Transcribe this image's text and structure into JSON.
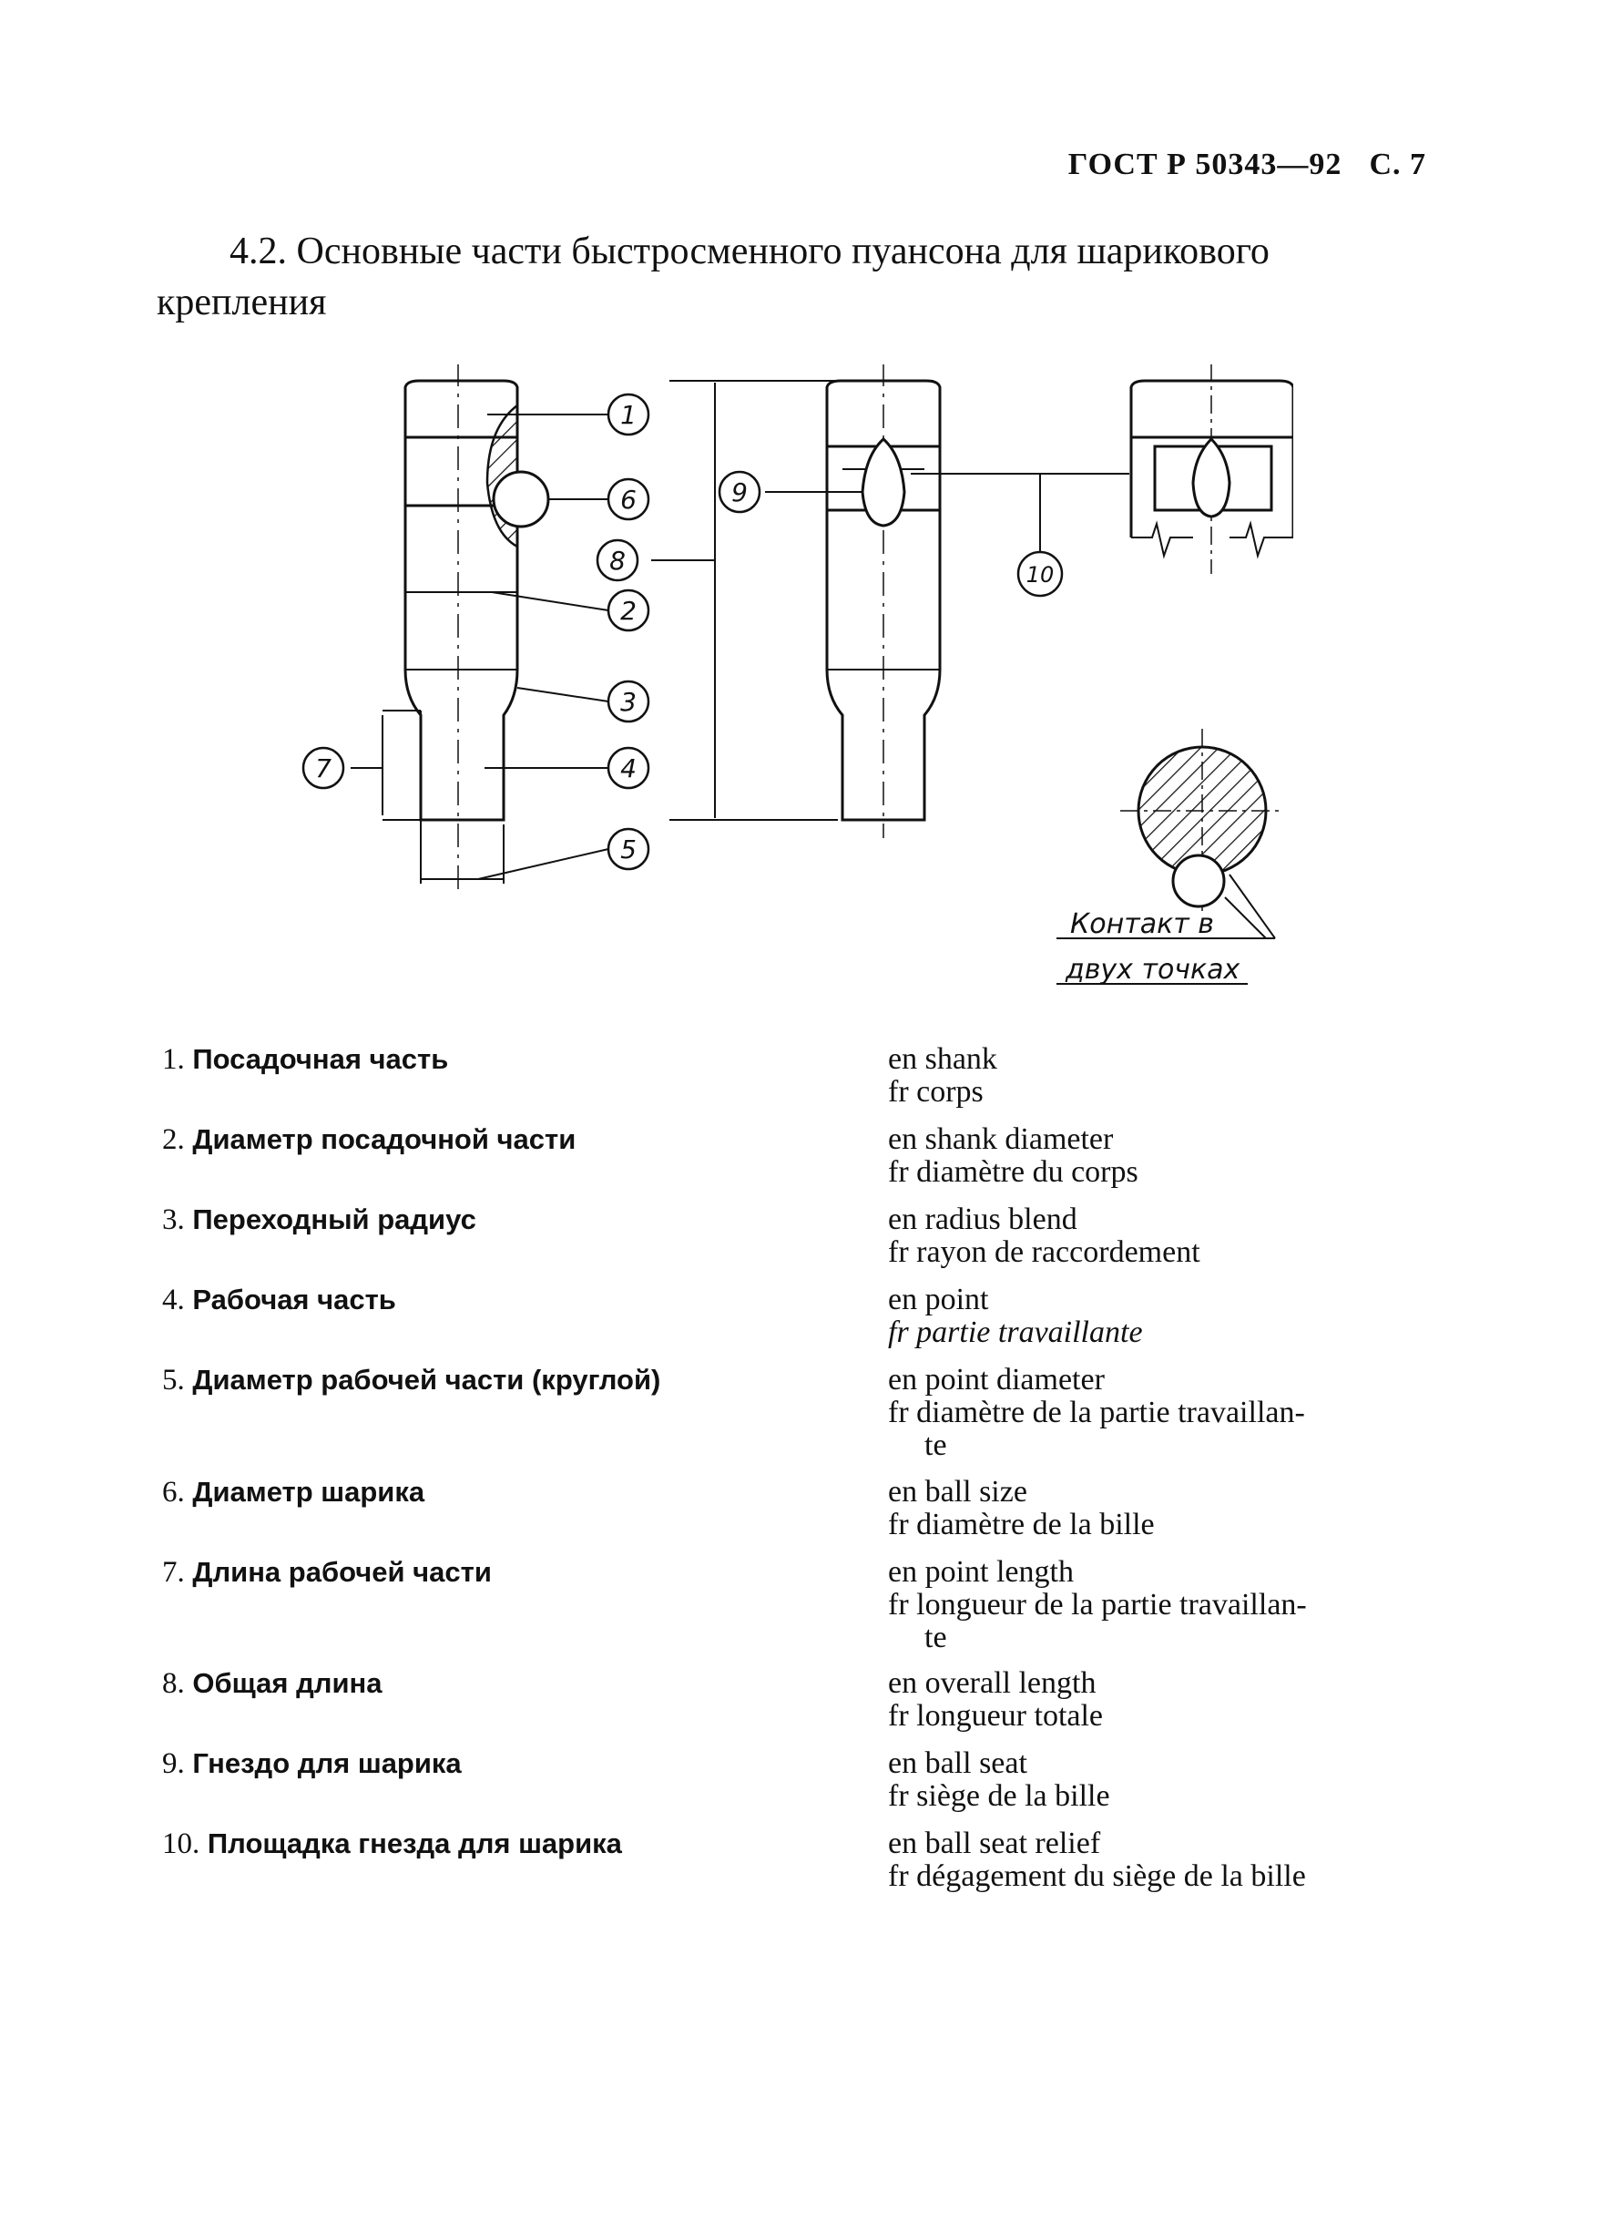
{
  "header": {
    "doc": "ГОСТ Р 50343—92",
    "page": "С. 7"
  },
  "section": {
    "title_line1": "4.2. Основные части быстросменного пуансона для шарикового",
    "title_line2": "крепления"
  },
  "figure": {
    "callouts": [
      "1",
      "6",
      "2",
      "3",
      "4",
      "5",
      "7",
      "8",
      "9",
      "10"
    ],
    "caption_line1": "Контакт в",
    "caption_line2": "двух точках"
  },
  "terms": [
    {
      "n": "1.",
      "ru": "Посадочная часть",
      "en": "en shank",
      "fr": "fr corps"
    },
    {
      "n": "2.",
      "ru": "Диаметр посадочной части",
      "en": "en shank diameter",
      "fr": "fr diamètre du corps"
    },
    {
      "n": "3.",
      "ru": "Переходный радиус",
      "en": "en radius blend",
      "fr": "fr rayon de raccordement"
    },
    {
      "n": "4.",
      "ru": "Рабочая часть",
      "en": "en point",
      "fr": "fr partie travaillante"
    },
    {
      "n": "5.",
      "ru": "Диаметр рабочей части (круглой)",
      "en": "en point diameter",
      "fr": "fr diamètre de la partie travaillan-",
      "fr2": "te"
    },
    {
      "n": "6.",
      "ru": "Диаметр шарика",
      "en": "en ball size",
      "fr": "fr diamètre de la bille"
    },
    {
      "n": "7.",
      "ru": "Длина рабочей части",
      "en": "en point length",
      "fr": "fr longueur de la partie travaillan-",
      "fr2": "te"
    },
    {
      "n": "8.",
      "ru": "Общая длина",
      "en": "en overall length",
      "fr": "fr longueur totale"
    },
    {
      "n": "9.",
      "ru": "Гнездо для шарика",
      "en": "en ball seat",
      "fr": "fr siège de la bille"
    },
    {
      "n": "10.",
      "ru": "Площадка гнезда для шарика",
      "en": "en ball seat relief",
      "fr": "fr dégagement du siège de la bille"
    }
  ]
}
